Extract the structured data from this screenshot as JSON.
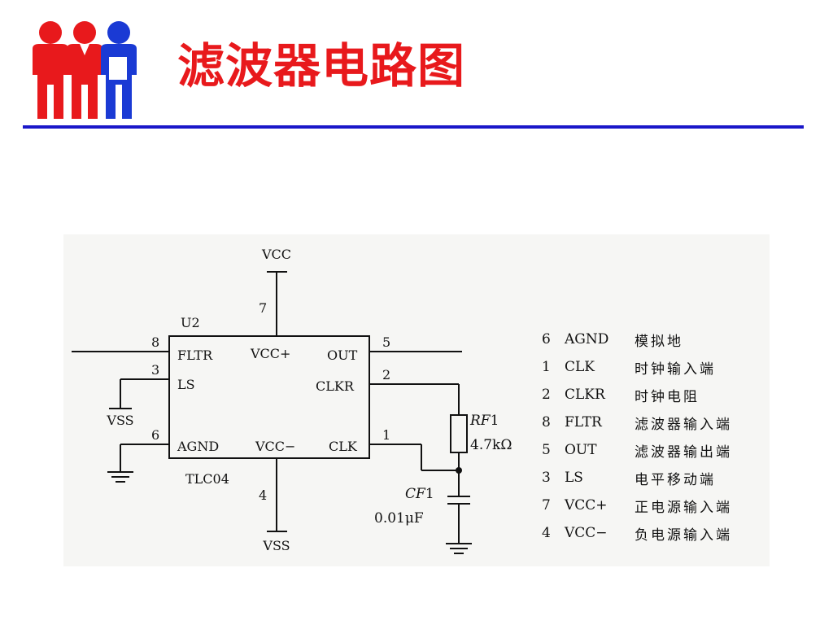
{
  "slide": {
    "title": "滤波器电路图",
    "title_color": "#e8191c",
    "rule_color": "#1a17c9",
    "logo": {
      "name": "team-people-logo",
      "colors": [
        "#e8191c",
        "#e8191c",
        "#1a3ad4"
      ]
    }
  },
  "schematic": {
    "supply_top": "VCC",
    "supply_bottom": "VSS",
    "ref": "U2",
    "part": "TLC04",
    "left_vss": "VSS",
    "pins": {
      "fltr": {
        "num": "8",
        "label": "FLTR"
      },
      "ls": {
        "num": "3",
        "label": "LS"
      },
      "agnd": {
        "num": "6",
        "label": "AGND"
      },
      "vccp": {
        "num": "7",
        "label": "VCC+"
      },
      "vccm": {
        "num": "4",
        "label": "VCC−"
      },
      "out": {
        "num": "5",
        "label": "OUT"
      },
      "clkr": {
        "num": "2",
        "label": "CLKR"
      },
      "clk": {
        "num": "1",
        "label": "CLK"
      }
    },
    "resistor": {
      "ref_letters": "RF",
      "ref_num": "1",
      "value": "4.7kΩ"
    },
    "capacitor": {
      "ref_letters": "CF",
      "ref_num": "1",
      "value": "0.01μF"
    }
  },
  "pin_table": [
    {
      "num": "6",
      "name": "AGND",
      "desc": "模拟地"
    },
    {
      "num": "1",
      "name": "CLK",
      "desc": "时钟输入端"
    },
    {
      "num": "2",
      "name": "CLKR",
      "desc": "时钟电阻"
    },
    {
      "num": "8",
      "name": "FLTR",
      "desc": "滤波器输入端"
    },
    {
      "num": "5",
      "name": "OUT",
      "desc": "滤波器输出端"
    },
    {
      "num": "3",
      "name": "LS",
      "desc": "电平移动端"
    },
    {
      "num": "7",
      "name": "VCC+",
      "desc": "正电源输入端"
    },
    {
      "num": "4",
      "name": "VCC−",
      "desc": "负电源输入端"
    }
  ]
}
